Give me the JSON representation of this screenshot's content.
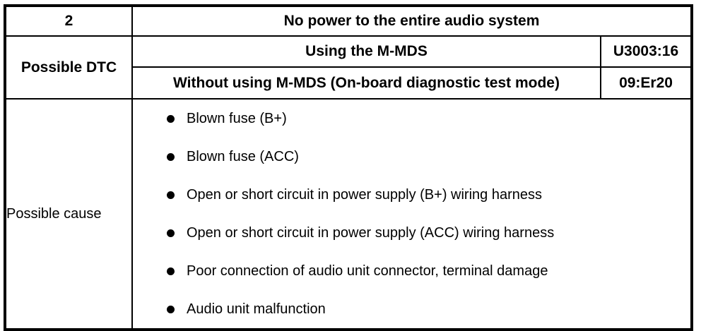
{
  "row_number": "2",
  "symptom": "No power to the entire audio system",
  "dtc": {
    "label": "Possible DTC",
    "rows": [
      {
        "method": "Using the M-MDS",
        "code": "U3003:16"
      },
      {
        "method": "Without using M-MDS (On-board diagnostic test mode)",
        "code": "09:Er20"
      }
    ]
  },
  "cause": {
    "label": "Possible cause",
    "items": [
      "Blown fuse (B+)",
      "Blown fuse (ACC)",
      "Open or short circuit in power supply (B+) wiring harness",
      "Open or short circuit in power supply (ACC) wiring harness",
      "Poor connection of audio unit connector, terminal damage",
      "Audio unit malfunction"
    ]
  },
  "icons": {
    "bullet": "filled-circle"
  },
  "colors": {
    "border": "#000000",
    "text": "#000000",
    "background": "#ffffff"
  }
}
